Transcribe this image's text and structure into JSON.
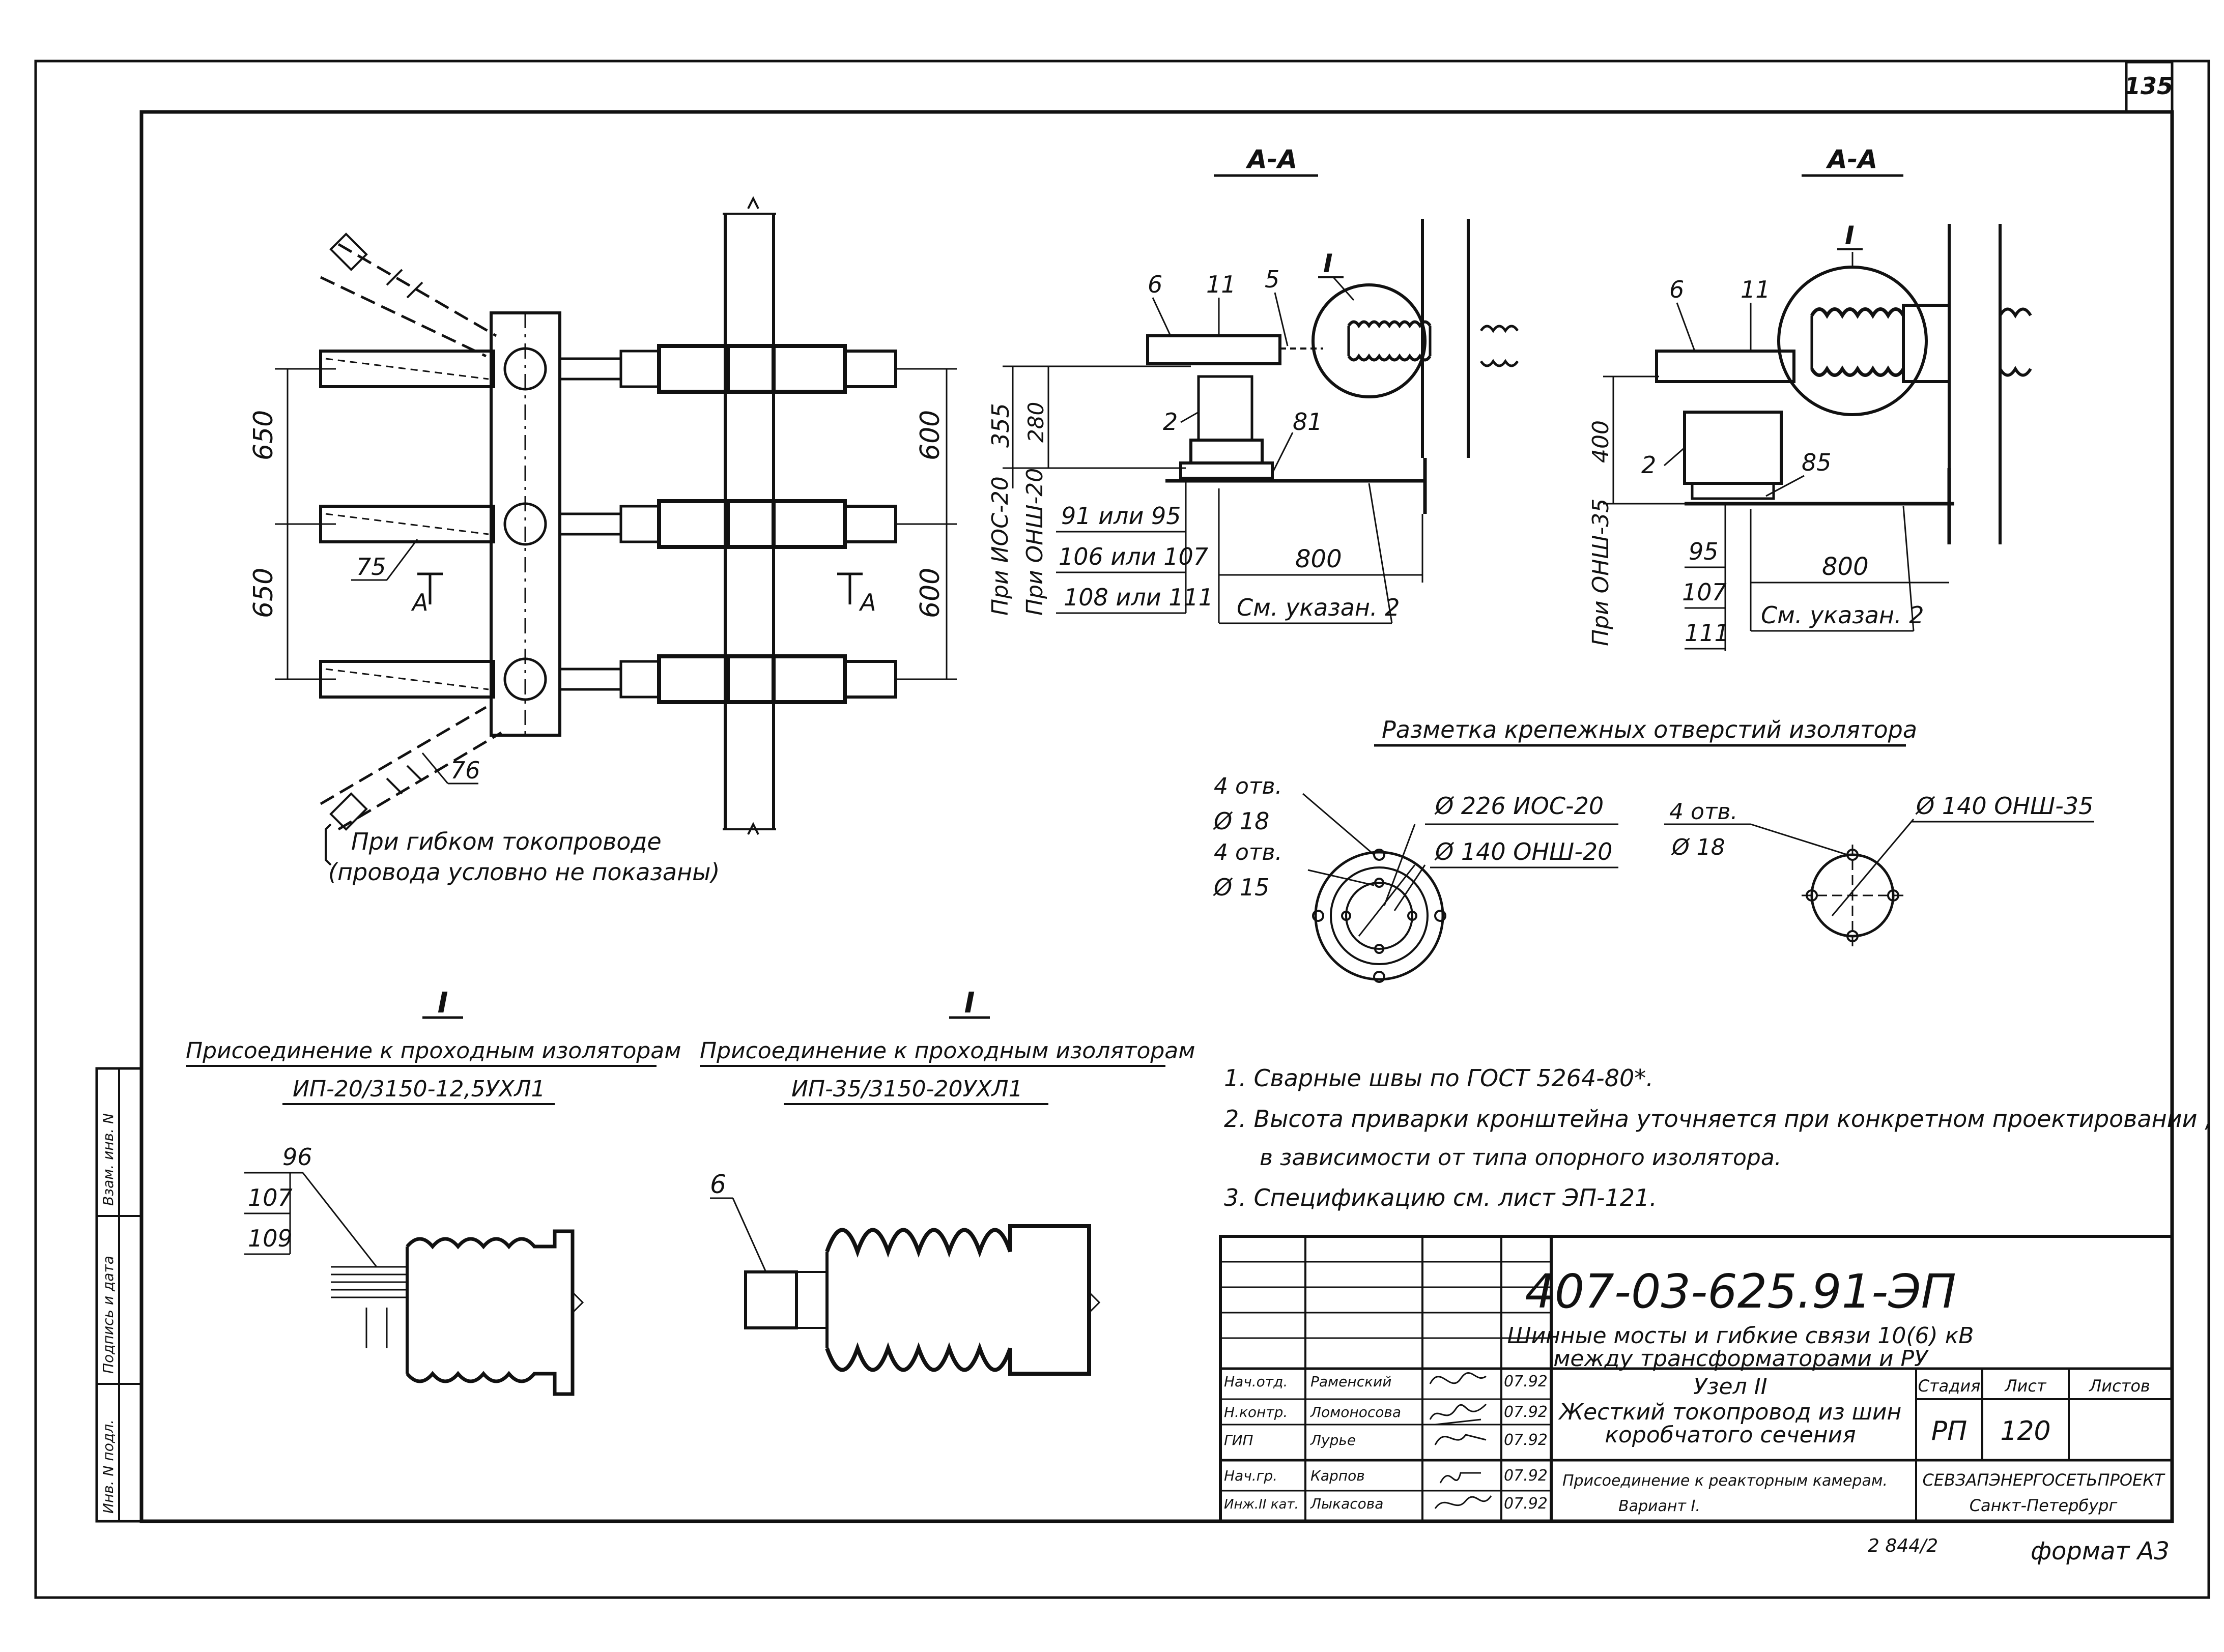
{
  "sheet_number": "135",
  "views": {
    "section_a_left": "А-А",
    "section_a_right": "А-А",
    "section_mark_left": "А",
    "section_mark_right": "А"
  },
  "plan": {
    "dims": [
      "650",
      "650",
      "600",
      "600"
    ],
    "callouts": [
      "75",
      "76"
    ],
    "flexible_note_1": "При гибком токопроводе",
    "flexible_note_2": "(провода условно не показаны)"
  },
  "section_left": {
    "detail_mark": "I",
    "pos": [
      "6",
      "11",
      "5",
      "2",
      "81"
    ],
    "dims": [
      "355",
      "280",
      "800"
    ],
    "refs": [
      "91 или 95",
      "106 или 107",
      "108 или 111"
    ],
    "vertical_1": "При ИОС-20",
    "vertical_2": "При ОНШ-20",
    "note_ref": "См. указан. 2"
  },
  "section_right": {
    "detail_mark": "I",
    "pos": [
      "6",
      "11",
      "2",
      "85"
    ],
    "dims": [
      "400",
      "800"
    ],
    "refs": [
      "95",
      "107",
      "111"
    ],
    "vertical": "При ОНШ-35",
    "note_ref": "См. указан. 2"
  },
  "hole_marking": {
    "title": "Разметка крепежных отверстий изолятора",
    "left": [
      "4 отв.",
      "Ø 18",
      "4 отв.",
      "Ø 15",
      "Ø 226  ИОС-20",
      "Ø 140  ОНШ-20"
    ],
    "right": [
      "4 отв.",
      "Ø 18",
      "Ø 140  ОНШ-35"
    ]
  },
  "detail_1": {
    "mark": "I",
    "title": "Присоединение к проходным изоляторам",
    "subtitle": "ИП-20/3150-12,5УХЛ1",
    "refs": [
      "96",
      "107",
      "109"
    ]
  },
  "detail_2": {
    "mark": "I",
    "title": "Присоединение к проходным изоляторам",
    "subtitle": "ИП-35/3150-20УХЛ1",
    "ref": "6"
  },
  "notes": [
    "1.  Сварные швы по ГОСТ 5264-80*.",
    "2.  Высота приварки кронштейна уточняется при конкретном проектировании ,",
    "в зависимости от типа опорного изолятора.",
    "3.  Спецификацию см. лист ЭП-121."
  ],
  "side_stamp": [
    "Взам. инв. N",
    "Подпись и дата",
    "Инв. N подл."
  ],
  "title_block": {
    "designation": "407-03-625.91-ЭП",
    "project_1": "Шинные мосты и гибкие связи 10(6) кВ",
    "project_2": "между трансформаторами и РУ",
    "node": "Узел II",
    "node_desc_1": "Жесткий токопровод из шин",
    "node_desc_2": "коробчатого сечения",
    "sheet_desc_1": "Присоединение к реакторным камерам.",
    "sheet_desc_2": "Вариант I.",
    "stage_label": "Стадия",
    "sheet_label": "Лист",
    "sheets_label": "Листов",
    "stage": "РП",
    "sheet": "120",
    "org_1": "СЕВЗАПЭНЕРГОСЕТЬПРОЕКТ",
    "org_2": "Санкт-Петербург",
    "staff": [
      {
        "role": "Нач.отд.",
        "name": "Раменский",
        "date": "07.92"
      },
      {
        "role": "Н.контр.",
        "name": "Ломоносова",
        "date": "07.92"
      },
      {
        "role": "ГИП",
        "name": "Лурье",
        "date": "07.92"
      },
      {
        "role": "Нач.гр.",
        "name": "Карпов",
        "date": "07.92"
      },
      {
        "role": "Инж.II кат.",
        "name": "Лыкасова",
        "date": "07.92"
      }
    ]
  },
  "copy_number": "2 844/2",
  "format": "формат А3"
}
